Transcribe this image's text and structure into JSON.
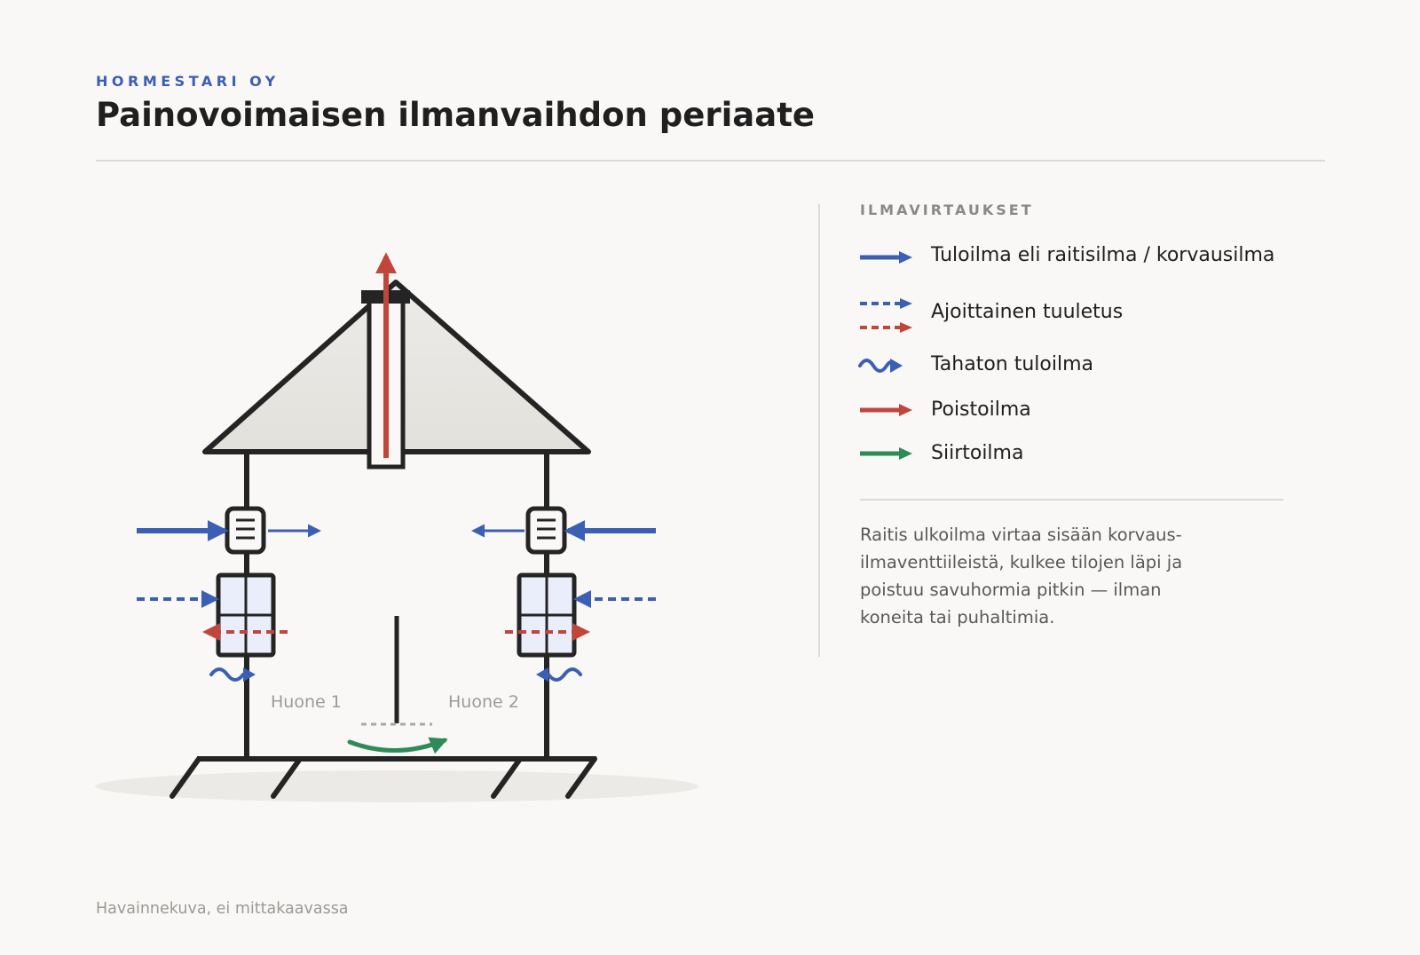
{
  "header": {
    "brand": "HORMESTARI OY",
    "title": "Painovoimaisen ilmanvaihdon periaate"
  },
  "diagram": {
    "rooms": [
      "Huone 1",
      "Huone 2"
    ]
  },
  "legend": {
    "heading": "ILMAVIRTAUKSET",
    "items": [
      {
        "label": "Tuloilma eli raitisilma / korvausilma",
        "icon": "solid-arrow-icon",
        "color": "#3a5fb5"
      },
      {
        "label": "Ajoittainen tuuletus",
        "icon": "dashed-arrows-icon",
        "colors": [
          "#3a5fb5",
          "#c0463b"
        ]
      },
      {
        "label": "Tahaton tuloilma",
        "icon": "wave-arrow-icon",
        "color": "#3a5fb5"
      },
      {
        "label": "Poistoilma",
        "icon": "solid-arrow-icon",
        "color": "#c0463b"
      },
      {
        "label": "Siirtoilma",
        "icon": "solid-arrow-icon",
        "color": "#2e8b57"
      }
    ],
    "description": "Raitis ulkoilma virtaa sisään korvaus-\nilmaventtiileistä, kulkee tilojen läpi ja\npoistuu savuhormia pitkin — ilman\nkoneita tai puhaltimia."
  },
  "footer": {
    "note": "Havainnekuva, ei mittakaavassa"
  },
  "colors": {
    "supply": "#3a5fb5",
    "exhaust": "#c0463b",
    "transfer": "#2e8b57",
    "structure": "#242424",
    "roof": "#e4e3df",
    "window": "#e9eefa"
  }
}
